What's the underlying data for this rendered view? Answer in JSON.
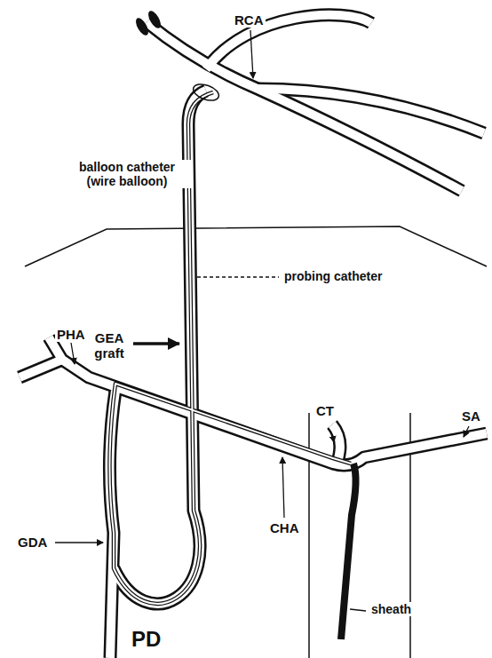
{
  "diagram": {
    "labels": [
      "RCA",
      "balloon catheter (wire balloon)",
      "probing catheter",
      "GEA graft",
      "PHA",
      "CT",
      "SA",
      "GDA",
      "CHA",
      "sheath",
      "PD"
    ]
  }
}
